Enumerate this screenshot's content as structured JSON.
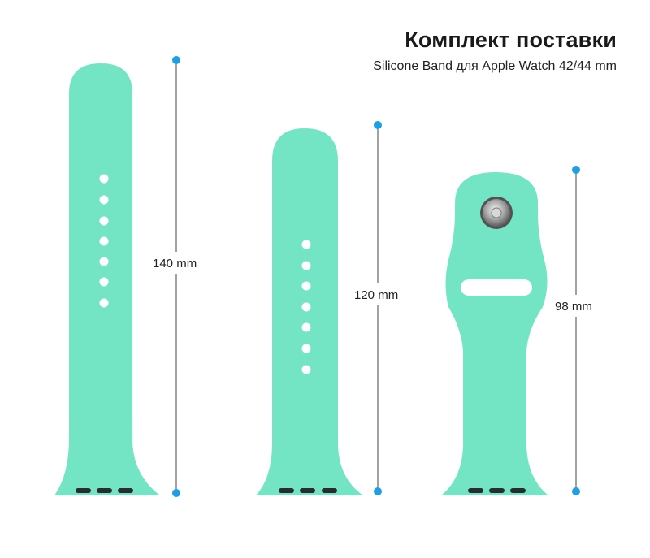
{
  "header": {
    "title": "Комплект поставки",
    "subtitle": "Silicone Band для Apple Watch 42/44 mm"
  },
  "bands": [
    {
      "length_label": "140 mm"
    },
    {
      "length_label": "120 mm"
    },
    {
      "length_label": "98 mm"
    }
  ],
  "colors": {
    "band": "#74e5c4",
    "dimension_marker": "#1e9fe4",
    "dimension_line": "#444444"
  }
}
